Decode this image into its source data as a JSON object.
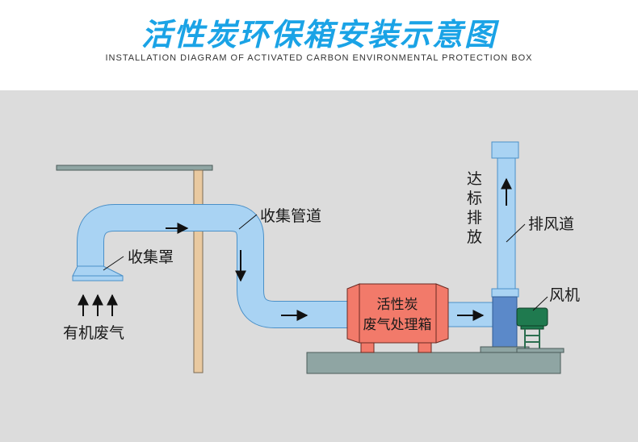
{
  "header": {
    "title": "活性炭环保箱安装示意图",
    "subtitle": "INSTALLATION DIAGRAM OF ACTIVATED CARBON ENVIRONMENTAL PROTECTION BOX"
  },
  "labels": {
    "collection_pipe": "收集管道",
    "collection_hood": "收集罩",
    "organic_gas": "有机废气",
    "box_line1": "活性炭",
    "box_line2": "废气处理箱",
    "exhaust_duct": "排风道",
    "fan": "风机",
    "discharge": [
      "达",
      "标",
      "排",
      "放"
    ]
  },
  "colors": {
    "title": "#1aa3e6",
    "pipe": "#a9d3f3",
    "pipe_stroke": "#4a90c8",
    "box": "#f27a6a",
    "base": "#8fa5a3",
    "fan": "#1f7a4f",
    "post": "#e9c9a0",
    "background": "#dcdcdc"
  }
}
